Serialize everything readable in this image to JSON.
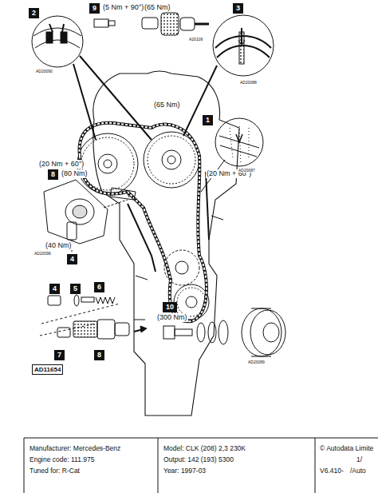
{
  "diagram": {
    "labels": [
      "2",
      "9",
      "(5 Nm + 90°)",
      "(65 Nm)",
      "3",
      "A20109",
      "AD20090",
      "AD20088",
      "(65 Nm)",
      "(20 Nm + 60°)",
      "(20 Nm + 60°)",
      "1",
      "AD20087",
      "8",
      "(80 Nm)",
      "AD20096",
      "(40 Nm)",
      "4",
      "4",
      "5",
      "6",
      "7",
      "8",
      "10",
      "(300 Nm)",
      "AD20089",
      "AD11654",
      "Manufacturer: Mercedes-Benz",
      "Engine code: 111.975",
      "Tuned for: R-Cat",
      "Model: CLK (208) 2,3 230K",
      "Output: 142 (193) 5300",
      "Year: 1997-03",
      "© Autodata Limite",
      "1/",
      "V6.410-",
      "/Auto"
    ]
  }
}
